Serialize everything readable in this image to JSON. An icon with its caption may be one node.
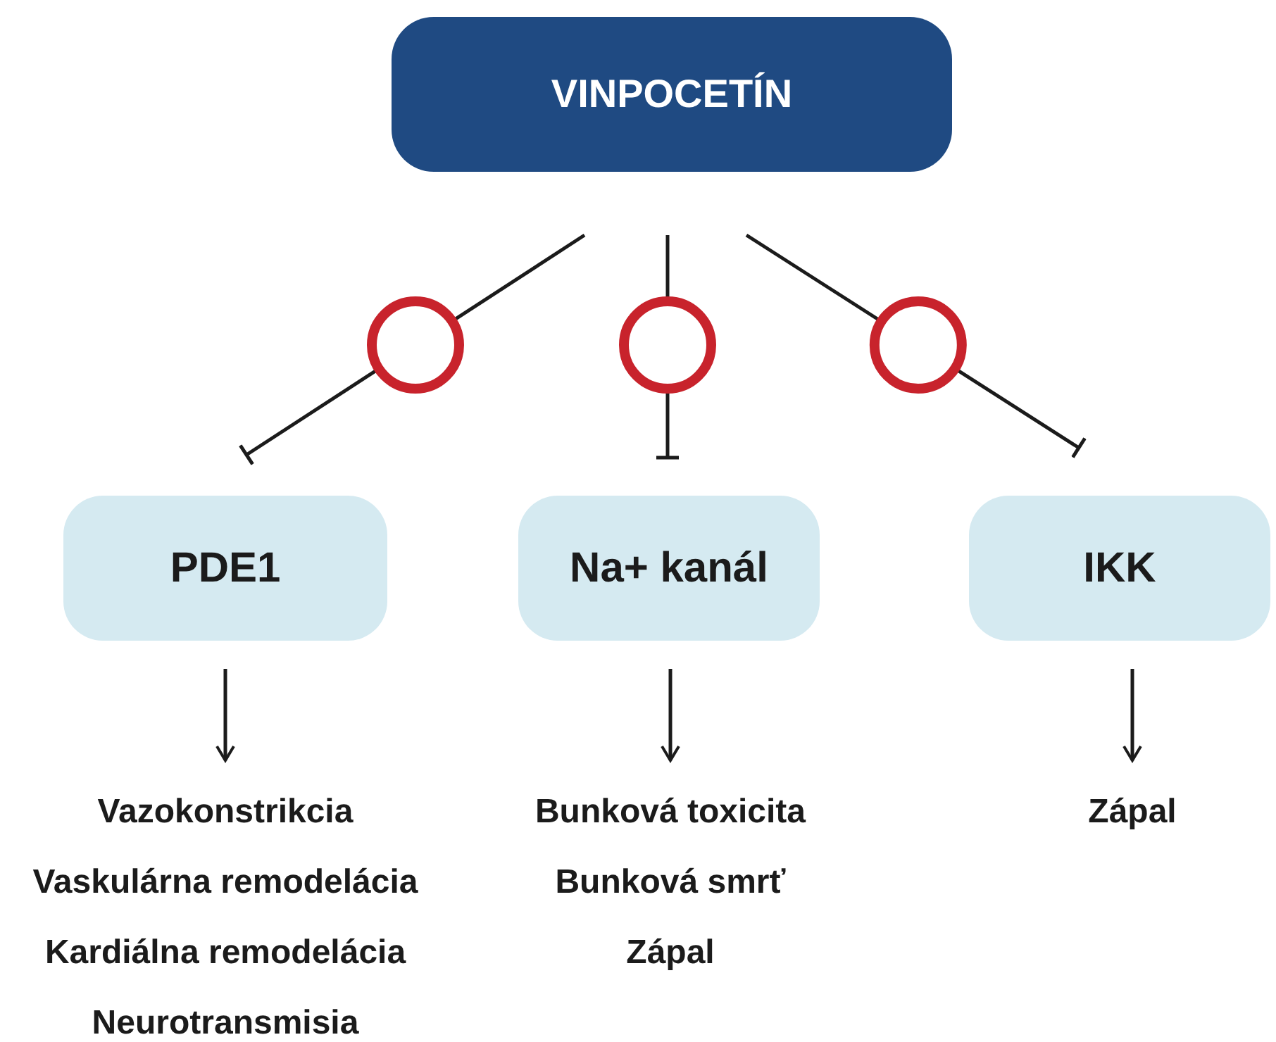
{
  "diagram": {
    "nodes": [
      {
        "text": [
          "VINPOCETÍN"
        ]
      },
      {
        "text": [
          "PDE1"
        ]
      },
      {
        "text": [
          "Na+ kanál"
        ]
      },
      {
        "text": [
          "IKK"
        ]
      },
      {
        "text": [
          "Vazokonstrikcia",
          "Vaskulárna remodelácia",
          "Kardiálna remodelácia",
          "Neurotransmisia"
        ]
      },
      {
        "text": [
          "Bunková toxicita",
          "Bunková smrť",
          "Zápal"
        ]
      },
      {
        "text": [
          "Zápal"
        ]
      }
    ],
    "edges": [
      {
        "from": 0,
        "to": 1,
        "arrow": "other"
      },
      {
        "from": 0,
        "to": 2,
        "arrow": "other"
      },
      {
        "from": 0,
        "to": 3,
        "arrow": "other"
      },
      {
        "from": 1,
        "to": 4,
        "arrow": "to"
      },
      {
        "from": 2,
        "to": 5,
        "arrow": "to"
      },
      {
        "from": 3,
        "to": 6,
        "arrow": "to"
      }
    ]
  }
}
